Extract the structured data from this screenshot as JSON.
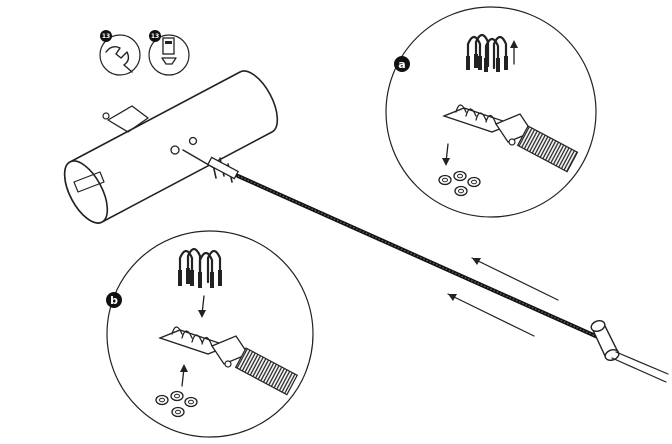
{
  "tools": {
    "wrench_size": "13",
    "socket_size": "13"
  },
  "steps": {
    "a": "a",
    "b": "b"
  },
  "colors": {
    "line": "#222222",
    "fill": "#ffffff",
    "badge": "#111111"
  }
}
